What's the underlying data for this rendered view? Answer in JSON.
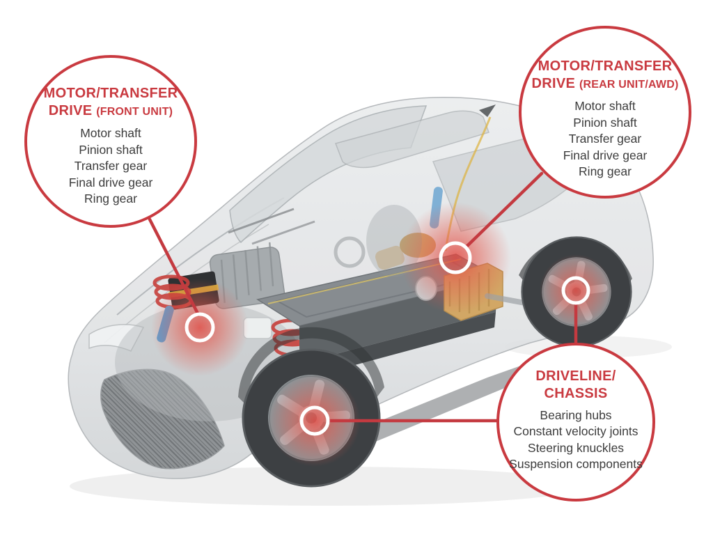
{
  "colors": {
    "accent_red": "#c93a40",
    "connector_line_red": "#c43a40",
    "item_text": "#3c3c3c",
    "hotspot_glow_red": "#e2423a",
    "hotspot_ring_white": "#ffffff",
    "car_body_gray": "#e6e8e9"
  },
  "callouts": {
    "front_unit": {
      "title_line1": "MOTOR/TRANSFER",
      "title_line2": "DRIVE",
      "title_qualifier": "(FRONT UNIT)",
      "items": [
        "Motor shaft",
        "Pinion shaft",
        "Transfer gear",
        "Final drive gear",
        "Ring gear"
      ]
    },
    "rear_unit": {
      "title_line1": "MOTOR/TRANSFER",
      "title_line2": "DRIVE",
      "title_qualifier": "(REAR UNIT/AWD)",
      "items": [
        "Motor shaft",
        "Pinion shaft",
        "Transfer gear",
        "Final drive gear",
        "Ring gear"
      ]
    },
    "driveline": {
      "title_line1": "DRIVELINE/",
      "title_line2": "CHASSIS",
      "title_qualifier": "",
      "items": [
        "Bearing hubs",
        "Constant velocity joints",
        "Steering knuckles",
        "Suspension components"
      ]
    }
  },
  "hotspots": [
    {
      "name": "front-motor-hotspot"
    },
    {
      "name": "rear-motor-hotspot"
    },
    {
      "name": "front-wheel-hub-hotspot"
    },
    {
      "name": "rear-wheel-hub-hotspot"
    }
  ]
}
